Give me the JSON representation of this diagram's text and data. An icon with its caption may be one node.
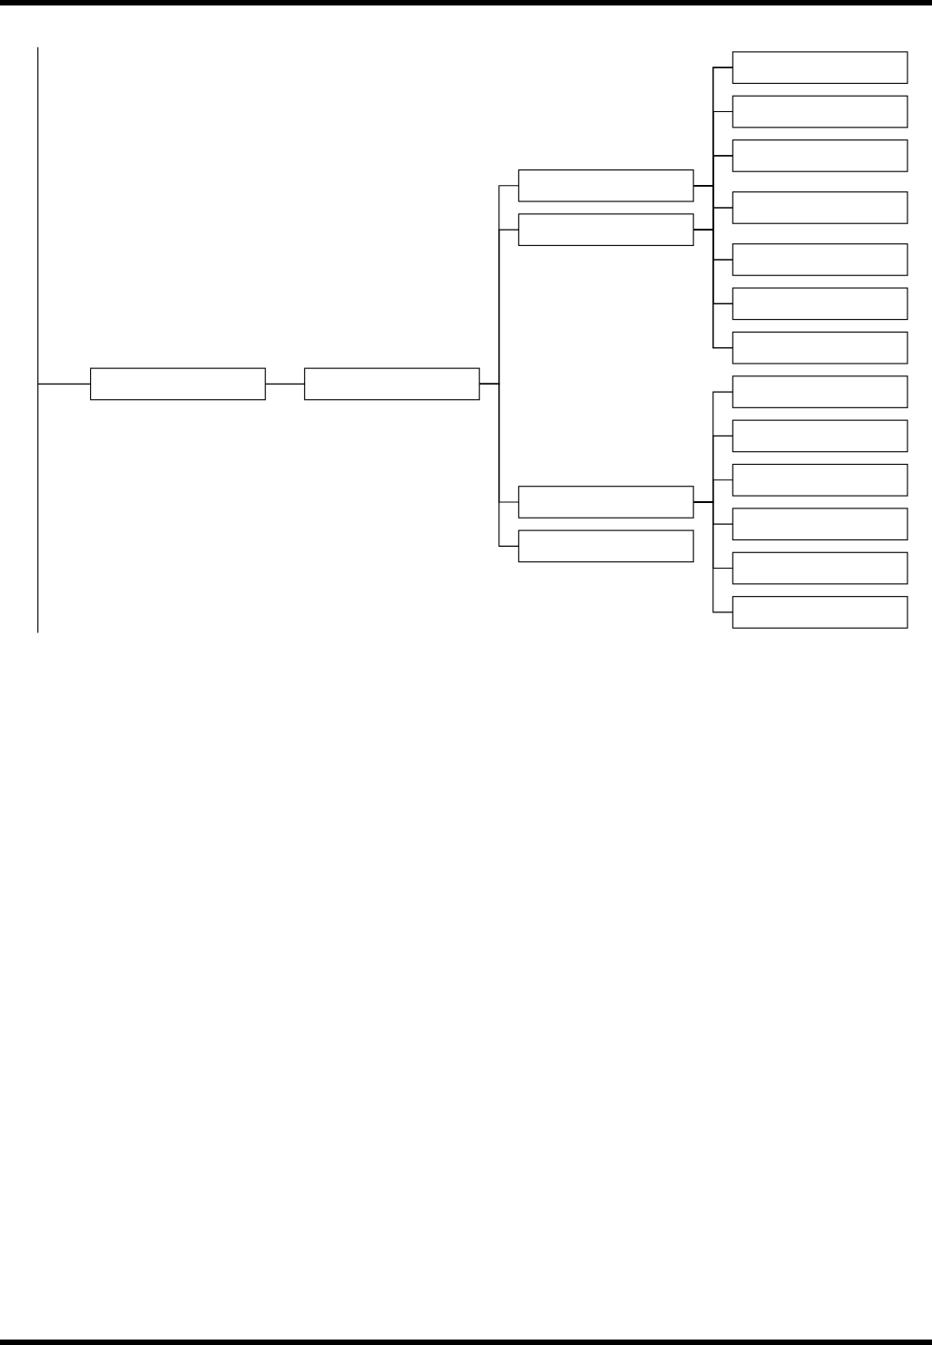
{
  "diagram": {
    "nodes": [
      {
        "text": [],
        "shape": "box"
      },
      {
        "text": [],
        "shape": "box"
      },
      {
        "text": [],
        "shape": "box"
      },
      {
        "text": [],
        "shape": "box"
      },
      {
        "text": [],
        "shape": "box"
      },
      {
        "text": [],
        "shape": "box"
      },
      {
        "text": [],
        "shape": "box"
      },
      {
        "text": [],
        "shape": "box"
      },
      {
        "text": [],
        "shape": "box"
      },
      {
        "text": [],
        "shape": "box"
      },
      {
        "text": [],
        "shape": "box"
      },
      {
        "text": [],
        "shape": "box"
      },
      {
        "text": [],
        "shape": "box"
      },
      {
        "text": [],
        "shape": "box"
      },
      {
        "text": [],
        "shape": "box"
      },
      {
        "text": [],
        "shape": "box"
      },
      {
        "text": [],
        "shape": "box"
      },
      {
        "text": [],
        "shape": "box"
      },
      {
        "text": [],
        "shape": "box"
      }
    ],
    "edges": [
      {
        "from": null,
        "to": 0,
        "arrow": "none"
      },
      {
        "from": 0,
        "to": 1,
        "arrow": "none"
      },
      {
        "from": 1,
        "to": 2,
        "arrow": "none"
      },
      {
        "from": 1,
        "to": 3,
        "arrow": "none"
      },
      {
        "from": 1,
        "to": 11,
        "arrow": "none"
      },
      {
        "from": 1,
        "to": 18,
        "arrow": "none"
      },
      {
        "from": 2,
        "to": 4,
        "arrow": "none"
      },
      {
        "from": 2,
        "to": 5,
        "arrow": "none"
      },
      {
        "from": 2,
        "to": 6,
        "arrow": "none"
      },
      {
        "from": 2,
        "to": 7,
        "arrow": "none"
      },
      {
        "from": 2,
        "to": 8,
        "arrow": "none"
      },
      {
        "from": 2,
        "to": 9,
        "arrow": "none"
      },
      {
        "from": 2,
        "to": 10,
        "arrow": "none"
      },
      {
        "from": 3,
        "to": 4,
        "arrow": "none"
      },
      {
        "from": 3,
        "to": 5,
        "arrow": "none"
      },
      {
        "from": 3,
        "to": 6,
        "arrow": "none"
      },
      {
        "from": 3,
        "to": 7,
        "arrow": "none"
      },
      {
        "from": 3,
        "to": 8,
        "arrow": "none"
      },
      {
        "from": 3,
        "to": 9,
        "arrow": "none"
      },
      {
        "from": 3,
        "to": 10,
        "arrow": "none"
      },
      {
        "from": 11,
        "to": 12,
        "arrow": "none"
      },
      {
        "from": 11,
        "to": 13,
        "arrow": "none"
      },
      {
        "from": 11,
        "to": 14,
        "arrow": "none"
      },
      {
        "from": 11,
        "to": 15,
        "arrow": "none"
      },
      {
        "from": 11,
        "to": 16,
        "arrow": "none"
      },
      {
        "from": 11,
        "to": 17,
        "arrow": "none"
      }
    ]
  }
}
